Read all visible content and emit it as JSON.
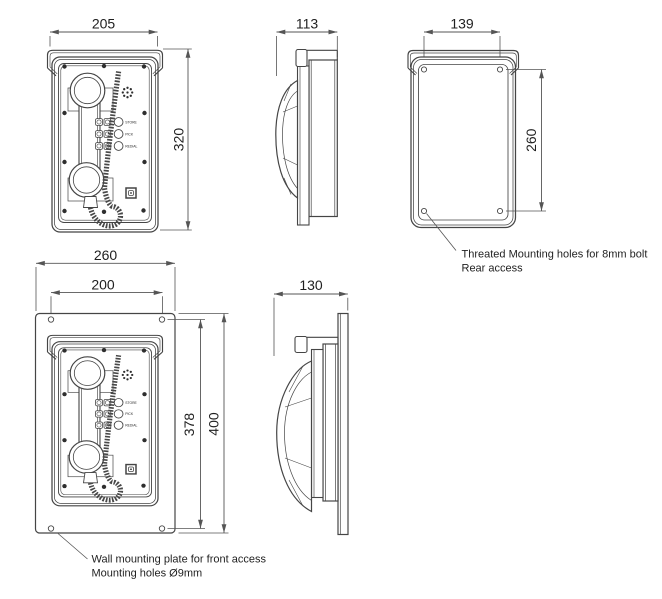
{
  "meta": {
    "background": "#ffffff",
    "line_color": "#454545",
    "dim_color": "#555555",
    "text_color": "#1f1f1f"
  },
  "front_view": {
    "width_dim": "205",
    "height_dim": "320",
    "keypad": [
      "STORE",
      "PICK",
      "REDIAL"
    ]
  },
  "side_view": {
    "depth_dim": "113"
  },
  "rear_view": {
    "hole_spacing_width_dim": "139",
    "hole_spacing_height_dim": "260",
    "note_line1": "Threated Mounting holes for 8mm bolt",
    "note_line2": "Rear access"
  },
  "front_plate_view": {
    "plate_width_dim": "260",
    "hole_spacing_width_dim": "200",
    "hole_spacing_height_dim": "378",
    "plate_height_dim": "400",
    "note_line1": "Wall mounting plate for front access",
    "note_line2": "Mounting holes Ø9mm"
  },
  "side_plate_view": {
    "depth_dim": "130"
  }
}
